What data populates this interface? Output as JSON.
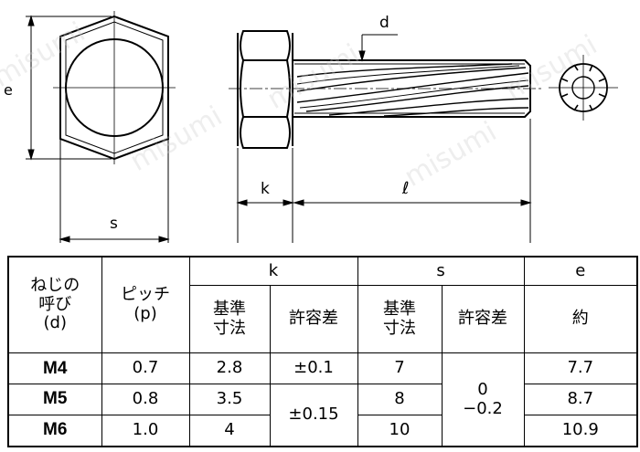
{
  "dims": {
    "d": "d",
    "e": "e",
    "s": "s",
    "k": "k",
    "l": "ℓ"
  },
  "watermark": "misumi",
  "table": {
    "header": {
      "thread_line1": "ねじの",
      "thread_line2": "呼び",
      "thread_line3": "(d)",
      "pitch_line1": "ピッチ",
      "pitch_line2": "(p)",
      "k": "k",
      "s": "s",
      "e": "e",
      "basic_line1": "基準",
      "basic_line2": "寸法",
      "tolerance": "許容差",
      "approx": "約"
    },
    "rows": [
      {
        "d": "M4",
        "p": "0.7",
        "k": "2.8",
        "k_tol": "±0.1",
        "s": "7",
        "e": "7.7"
      },
      {
        "d": "M5",
        "p": "0.8",
        "k": "3.5",
        "k_tol": "±0.15",
        "s": "8",
        "e": "8.7"
      },
      {
        "d": "M6",
        "p": "1.0",
        "k": "4",
        "s": "10",
        "e": "10.9"
      }
    ],
    "s_tol_upper": "0",
    "s_tol_lower": "−0.2"
  }
}
